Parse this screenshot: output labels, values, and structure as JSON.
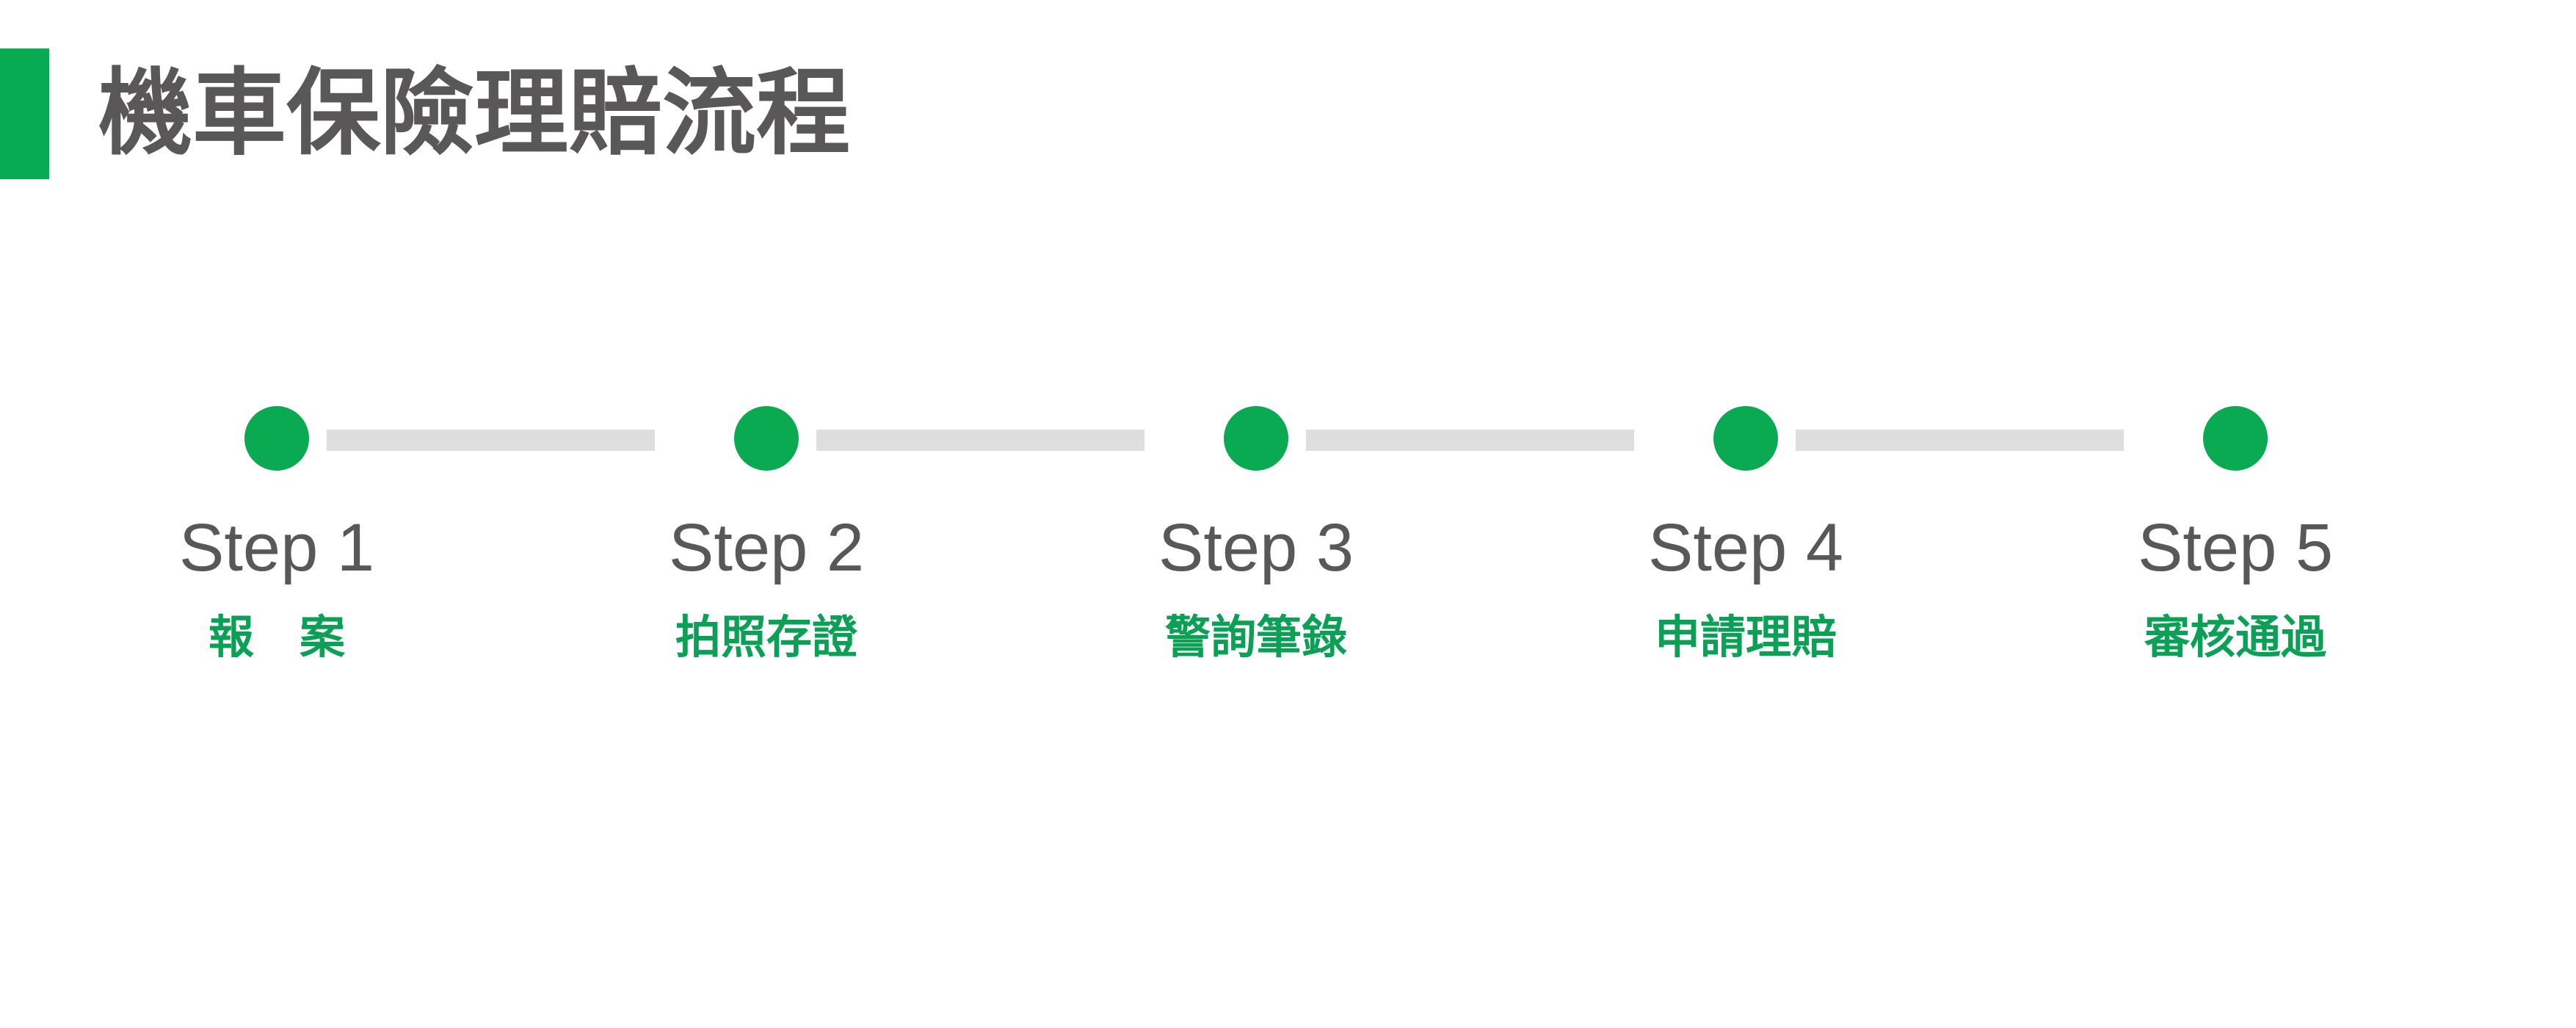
{
  "header": {
    "title": "機車保險理賠流程",
    "accent_color": "#06AB52",
    "title_color": "#595757"
  },
  "theme": {
    "node_color": "#09AA51",
    "connector_color": "#DEDEDE",
    "step_title_color": "#5A5758",
    "step_sub_color": "#0BA055",
    "background": "#ffffff"
  },
  "stepper": {
    "steps": [
      {
        "title": "Step 1",
        "subtitle": "報　案",
        "node_icon": "filled-circle-icon"
      },
      {
        "title": "Step 2",
        "subtitle": "拍照存證",
        "node_icon": "filled-circle-icon"
      },
      {
        "title": "Step 3",
        "subtitle": "警詢筆錄",
        "node_icon": "filled-circle-icon"
      },
      {
        "title": "Step 4",
        "subtitle": "申請理賠",
        "node_icon": "filled-circle-icon"
      },
      {
        "title": "Step 5",
        "subtitle": "審核通過",
        "node_icon": "filled-circle-icon"
      }
    ]
  }
}
